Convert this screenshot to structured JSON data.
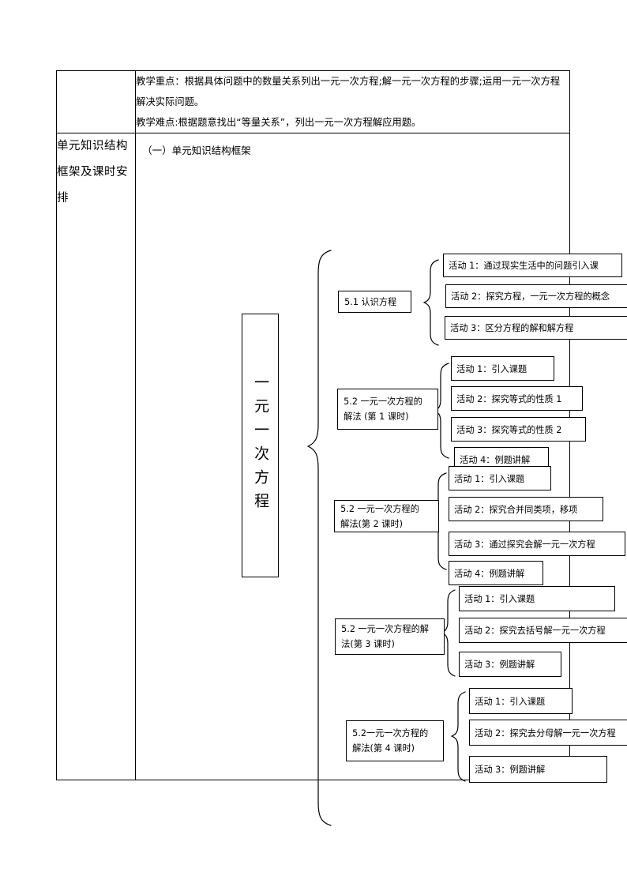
{
  "document": {
    "teaching_focus": "教学重点：根据具体问题中的数量关系列出一元一次方程;解一元一次方程的步骤;运用一元一次方程解决实际问题。",
    "teaching_difficulty": "教学难点:根据题意找出“等量关系”，列出一元一次方程解应用题。",
    "row_label": "单元知识结构框架及课时安排",
    "section_title": "（一）单元知识结构框架",
    "central_title": "一元一次方程"
  },
  "diagram": {
    "groups": [
      {
        "topic": "5.1 认识方程",
        "activities": [
          "活动 1：通过现实生活中的问题引入课",
          "活动 2：探究方程，一元一次方程的概念",
          "活动 3：区分方程的解和解方程"
        ]
      },
      {
        "topic": "5.2 一元一次方程的解法(第 1 课时)",
        "topic_line1": "5.2 一元一次方程的",
        "topic_line2": "解法 (第 1 课时)",
        "activities": [
          "活动 1：引入课题",
          "活动 2：探究等式的性质 1",
          "活动 3：探究等式的性质 2",
          "活动 4：例题讲解"
        ]
      },
      {
        "topic": "5.2 一元一次方程的解法(第 2 课时)",
        "topic_line1": "5.2 一元一次方程的",
        "topic_line2": "解法(第 2 课时)",
        "activities": [
          "活动 1：引入课题",
          "活动 2：探究合并同类项，移项",
          "活动 3：通过探究会解一元一次方程",
          "活动 4：例题讲解"
        ]
      },
      {
        "topic": "5.2 一元一次方程的解法(第 3 课时)",
        "topic_line1": "5.2 一元一次方程的解",
        "topic_line2": "法(第 3 课时)",
        "activities": [
          "活动 1：引入课题",
          "活动 2：探究去括号解一元一次方程",
          "活动 3：例题讲解"
        ]
      },
      {
        "topic": "5.2 一元一次方程的解法(第 4 课时)",
        "topic_line1": "5.2一元一次方程的",
        "topic_line2": "解法(第 4 课时)",
        "activities": [
          "活动 1：引入课题",
          "活动 2：探究去分母解一元一次方程",
          "活动 3：例题讲解"
        ]
      }
    ]
  }
}
